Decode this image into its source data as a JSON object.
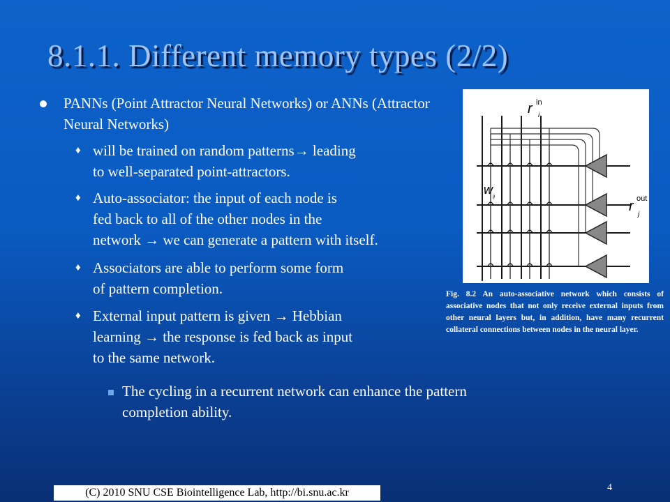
{
  "slide": {
    "title": "8.1.1. Different memory types (2/2)",
    "bullet": "PANNs (Point Attractor Neural Networks) or ANNs (Attractor Neural Networks)",
    "sub_bullets": [
      "will be trained on random patterns→ leading\nto well-separated point-attractors.",
      "Auto-associator: the input of each node is\nfed back to all of the other nodes in the\nnetwork → we can generate a pattern with itself.",
      "Associators are able to perform some form\nof pattern completion.",
      "External input pattern is given → Hebbian\nlearning → the response is fed back as input\nto the same network."
    ],
    "sub_sub_bullet": "The cycling in a recurrent network can enhance the pattern\ncompletion  ability.",
    "figure": {
      "labels": {
        "r_in": "r",
        "r_in_sup": "in",
        "r_in_sub": "i",
        "w": "w",
        "w_sub": "ij",
        "r_out": "r",
        "r_out_sup": "out",
        "r_out_sub": "j"
      },
      "caption": "Fig. 8.2 An auto-associative network which consists of associative nodes that not only receive external inputs from other neural layers but, in addition, have many recurrent collateral connections between nodes in the neural layer."
    },
    "footer": "(C) 2010 SNU CSE Biointelligence Lab,   http://bi.snu.ac.kr",
    "page_number": "4"
  },
  "colors": {
    "title": "#9fc4ff",
    "background": "#0a5bc2",
    "square_bullet": "#6fa8e8"
  }
}
